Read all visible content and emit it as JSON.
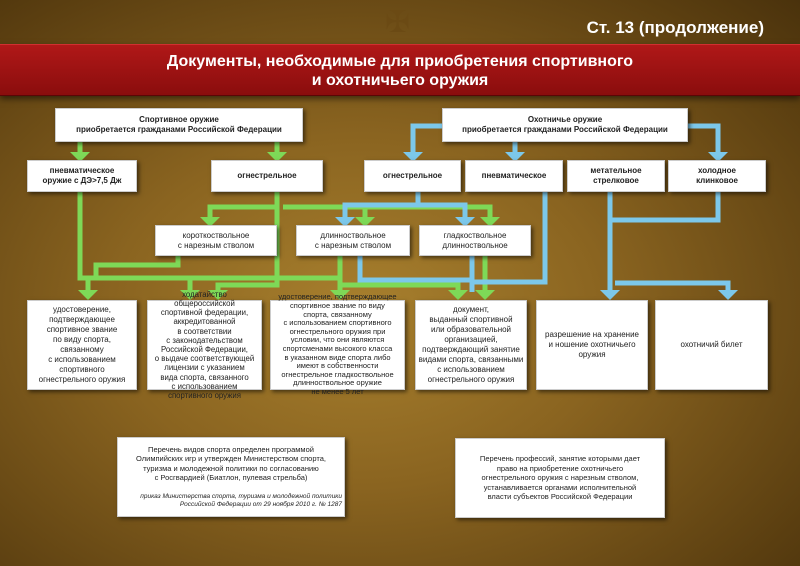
{
  "header": {
    "page_label": "Ст. 13 (продолжение)",
    "title": "Документы, необходимые для приобретения спортивного\nи охотничьего  оружия"
  },
  "colors": {
    "sport": "#7ed957",
    "hunt": "#7cc8ea",
    "banner": "#a31212"
  },
  "sport": {
    "root": "Спортивное оружие\nприобретается гражданами Российской Федерации",
    "pneumatic": "пневматическое\nоружие с ДЭ>7,5 Дж",
    "firearm": "огнестрельное"
  },
  "hunt": {
    "root": "Охотничье оружие\nприобретается гражданами Российской Федерации",
    "firearm": "огнестрельное",
    "pneumatic": "пневматическое",
    "throwing": "метательное\nстрелковое",
    "cold": "холодное\nклинковое"
  },
  "subtypes": {
    "short_rifled": "короткоствольное\nс нарезным стволом",
    "long_rifled": "длинноствольное\nс нарезным стволом",
    "smooth_long": "гладкоствольное\nдлинноствольное"
  },
  "documents": [
    "удостоверение,\nподтверждающее\nспортивное звание\nпо виду спорта,\nсвязанному\nс использованием\nспортивного\nогнестрельного оружия",
    "ходатайство\nобщероссийской\nспортивной федерации,\nаккредитованной\nв соответствии\nс законодательством\nРоссийской Федерации,\nо выдаче соответствующей\nлицензии с указанием\nвида спорта, связанного\nс использованием\nспортивного оружия",
    "удостоверение, подтверждающее\nспортивное звание по виду\nспорта, связанному\nс использованием спортивного\nогнестрельного оружия при\nусловии, что они являются\nспортсменами высокого класса\nв указанном виде спорта либо\nимеют в собственности\nогнестрельное гладкоствольное\nдлинноствольное оружие\nне менее 5 лет",
    "документ,\nвыданный спортивной\nили образовательной\nорганизацией,\nподтверждающий занятие\nвидами спорта, связанными\nс использованием\nогнестрельного оружия",
    "разрешение на хранение\nи ношение охотничьего\nоружия",
    "охотничий билет"
  ],
  "notes": {
    "left": "Перечень видов спорта определен программой\nОлимпийских игр и утвержден Министерством спорта,\nтуризма и молодежной политики по согласованию\nс Росгвардией (Биатлон, пулевая стрельба)",
    "left_source": "приказ Министерства спорта, туризма и молодежной политики\nРоссийской Федерации от 29 ноября 2010 г. № 1287",
    "right": "Перечень профессий, занятие которыми дает\nправо на приобретение охотничьего\nогнестрельного оружия с нарезным стволом,\nустанавливается органами исполнительной\nвласти субъектов Российской Федерации"
  }
}
